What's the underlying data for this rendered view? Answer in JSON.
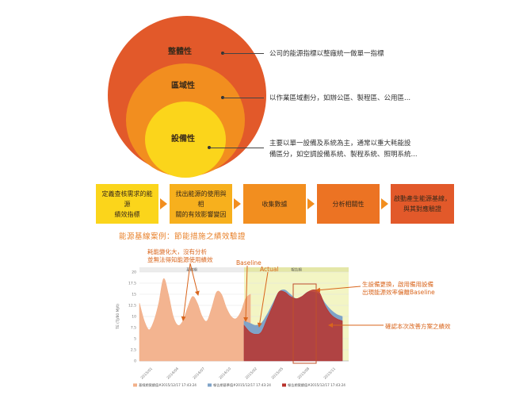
{
  "hierarchy": {
    "levels": [
      {
        "label": "整體性",
        "description": [
          "公司的能源指標以整廠統一做單一指標"
        ]
      },
      {
        "label": "區域性",
        "description": [
          "以作業區域劃分，如辦公區、製程區、公用區..."
        ]
      },
      {
        "label": "設備性",
        "description": [
          "主要以單一設備及系統為主，通常以重大耗能設",
          "備區分，如空調設備系統、製程系統、照明系統..."
        ]
      }
    ],
    "colors": {
      "outer": "#e2592a",
      "mid": "#f28e1f",
      "inner": "#fbd51b"
    }
  },
  "process": {
    "steps": [
      {
        "lines": [
          "定義查核需求的能源",
          "績效指標"
        ],
        "color": "#fbd51b"
      },
      {
        "lines": [
          "找出能源的使用與相",
          "關的有效影響變因"
        ],
        "color": "#f7b01d"
      },
      {
        "lines": [
          "收集數據"
        ],
        "color": "#f28e1f"
      },
      {
        "lines": [
          "分析相關性"
        ],
        "color": "#ec7323"
      },
      {
        "lines": [
          "啟動產生能源基線，",
          "與其對應驗證"
        ],
        "color": "#e2592a"
      }
    ]
  },
  "section_title": "能源基線案例：節能措施之績效驗證",
  "annotations": {
    "variation_note": [
      "耗能變化大，沒有分析",
      "並無法得知能源使用績效"
    ],
    "baseline": "Baseline",
    "actual": "Actual",
    "equipment_note": [
      "生設備更換，啟用備用設備",
      "出現能源效率偏離Baseline"
    ],
    "confirm_note": "確認本次改善方案之績效"
  },
  "chart_data": {
    "type": "area",
    "period_labels": [
      "基線期",
      "報告期"
    ],
    "ylabel": "TE (TJ/80 MJ/t)",
    "ylim": [
      0,
      20
    ],
    "yticks": [
      0,
      2.5,
      5,
      7.5,
      10,
      12.5,
      15,
      17.5,
      20
    ],
    "xtick_labels": [
      "2015/01",
      "2014/04",
      "2014/07",
      "2014/10",
      "2015/02",
      "2015/05",
      "2015/08",
      "2015/11"
    ],
    "series": [
      {
        "name": "基線期實績值#2015/12/17 17:43:24",
        "color": "#f2b08a",
        "values": [
          13,
          9,
          7,
          9,
          13,
          18.5,
          15,
          10,
          8,
          9,
          12,
          14.5,
          13,
          10,
          9,
          12,
          15.5,
          15,
          12,
          10,
          9.5,
          11,
          14,
          15
        ]
      },
      {
        "name": "報告期基準值#2015/12/17 17:43:24",
        "color": "#7fa3c8",
        "values": [
          9,
          8.5,
          8,
          8.5,
          10.5,
          13,
          15.5,
          16,
          15,
          14,
          14.5,
          15.5,
          15.5,
          15,
          13,
          11.5,
          10.5,
          10
        ]
      },
      {
        "name": "報告期實績值#2015/12/17 17:43:24",
        "color": "#b8322b",
        "values": [
          8,
          6.5,
          6,
          6.5,
          9.5,
          12.5,
          15.5,
          15.5,
          14.5,
          14,
          14.5,
          15.5,
          16,
          15.5,
          12.5,
          10.5,
          9.5,
          9
        ]
      }
    ],
    "report_period_shading": "#f3f5c4"
  }
}
